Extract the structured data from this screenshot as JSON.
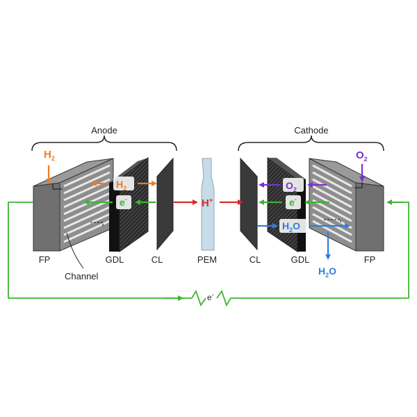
{
  "labels": {
    "anode": "Anode",
    "cathode": "Cathode",
    "fp_left": "FP",
    "gdl_left": "GDL",
    "cl_left": "CL",
    "pem": "PEM",
    "cl_right": "CL",
    "gdl_right": "GDL",
    "fp_right": "FP",
    "channel": "Channel"
  },
  "species": {
    "h2_inlet": {
      "base": "H",
      "sub": "2"
    },
    "h2_gdl": {
      "base": "H",
      "sub": "2"
    },
    "e_anode": {
      "base": "e",
      "sup": "-"
    },
    "proton": {
      "base": "H",
      "sup": "+"
    },
    "o2_inlet": {
      "base": "O",
      "sub": "2"
    },
    "o2_gdl": {
      "base": "O",
      "sub": "2"
    },
    "e_cathode": {
      "base": "e",
      "sup": "-"
    },
    "h2o_gdl": {
      "base": "H",
      "sub": "2",
      "tail": "O"
    },
    "h2o_out": {
      "base": "H",
      "sub": "2",
      "tail": "O"
    },
    "e_circuit": {
      "base": "e",
      "sup": "-"
    }
  },
  "colors": {
    "hydrogen": "#ee7a22",
    "electron": "#3cb531",
    "proton": "#d62a2a",
    "oxygen": "#7b2fd0",
    "water": "#2f7fd8",
    "pem": "#c7dbe8"
  }
}
